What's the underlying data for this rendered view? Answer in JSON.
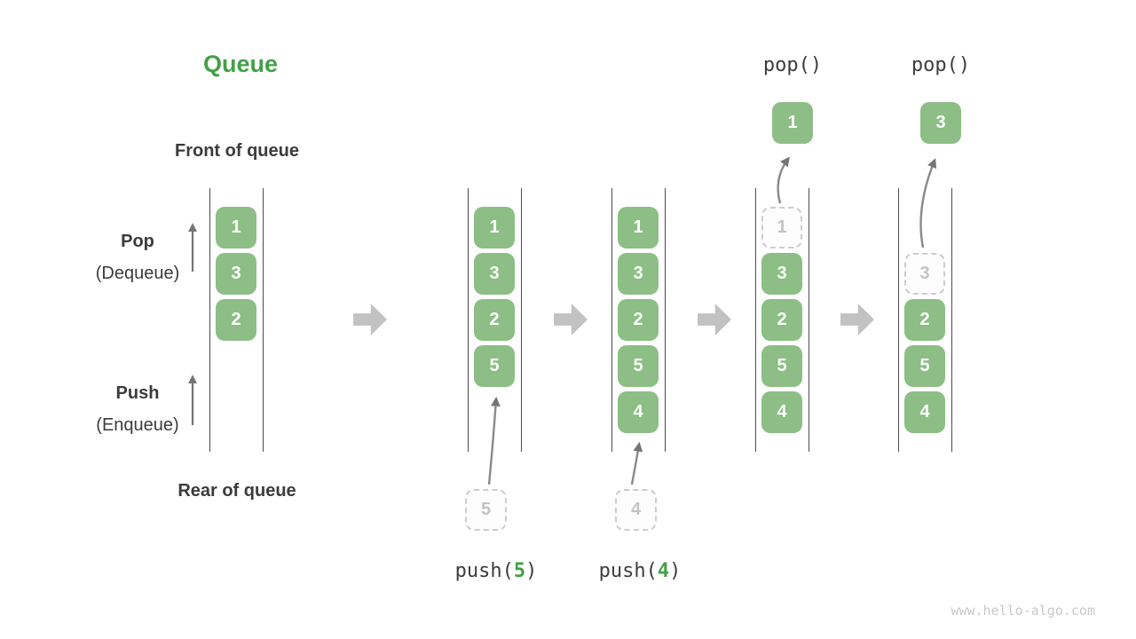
{
  "title": "Queue",
  "colors": {
    "title_green": "#43A047",
    "cell_green": "#8CBE85",
    "text_dark": "#3B3B3B",
    "thin_arrow_gray": "#757575",
    "block_arrow_gray": "#C2C2C2",
    "dashed_border_gray": "#CCCCCC",
    "watermark_gray": "#C9C9C9"
  },
  "labels": {
    "front": "Front of queue",
    "rear": "Rear of queue",
    "pop": "Pop",
    "pop_sub": "(Dequeue)",
    "push": "Push",
    "push_sub": "(Enqueue)"
  },
  "queues": [
    {
      "slots": [
        {
          "value": "1"
        },
        {
          "value": "3"
        },
        {
          "value": "2"
        }
      ]
    },
    {
      "slots": [
        {
          "value": "1"
        },
        {
          "value": "3"
        },
        {
          "value": "2"
        },
        {
          "value": "5"
        }
      ]
    },
    {
      "slots": [
        {
          "value": "1"
        },
        {
          "value": "3"
        },
        {
          "value": "2"
        },
        {
          "value": "5"
        },
        {
          "value": "4"
        }
      ]
    },
    {
      "slots": [
        {
          "value": "1"
        },
        {
          "value": "3"
        },
        {
          "value": "2"
        },
        {
          "value": "5"
        },
        {
          "value": "4"
        }
      ]
    },
    {
      "slots": [
        {
          "value": "3"
        },
        {
          "value": "2"
        },
        {
          "value": "5"
        },
        {
          "value": "4"
        }
      ]
    }
  ],
  "staged": [
    {
      "value": "5"
    },
    {
      "value": "4"
    }
  ],
  "popped": [
    {
      "value": "1"
    },
    {
      "value": "3"
    }
  ],
  "ops": {
    "push5": {
      "prefix": "push(",
      "arg": "5",
      "suffix": ")"
    },
    "push4": {
      "prefix": "push(",
      "arg": "4",
      "suffix": ")"
    },
    "pop1": "pop()",
    "pop2": "pop()"
  },
  "watermark": "www.hello-algo.com"
}
